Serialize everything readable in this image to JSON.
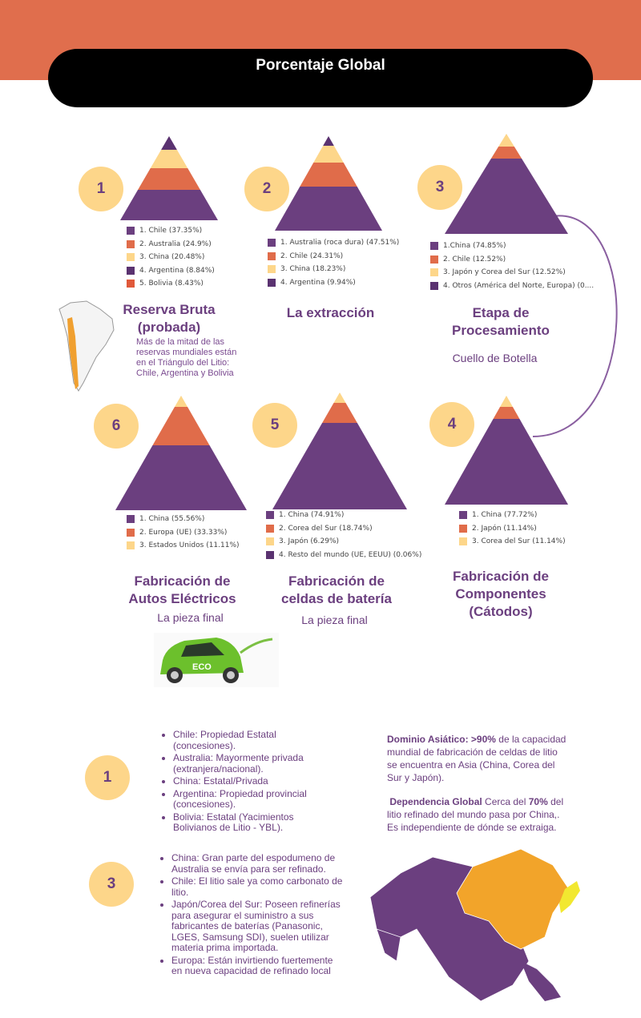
{
  "header": {
    "title": "Porcentaje Global"
  },
  "colors": {
    "purple": "#6b3f7f",
    "dark_purple": "#5a3270",
    "orange": "#e06c4a",
    "red_orange": "#e0593a",
    "yellow": "#fdd68a",
    "header": "#e06e4d"
  },
  "stages": {
    "s1": {
      "number": "1",
      "title_1": "Reserva Bruta",
      "title_2": "(probada)",
      "desc": [
        "Más de la mitad de las",
        "reservas mundiales están",
        "en el Triángulo del Litio:",
        "Chile, Argentina y Bolivia"
      ],
      "legend": [
        "1. Chile (37.35%)",
        "2. Australia (24.9%)",
        "3. China (20.48%)",
        "4. Argentina (8.84%)",
        "5. Bolivia (8.43%)"
      ]
    },
    "s2": {
      "number": "2",
      "title": "La extracción",
      "legend": [
        "1. Australia (roca dura) (47.51%)",
        "2. Chile (24.31%)",
        "3. China (18.23%)",
        "4. Argentina (9.94%)"
      ]
    },
    "s3": {
      "number": "3",
      "title_1": "Etapa de",
      "title_2": "Procesamiento",
      "subtitle": "Cuello de Botella",
      "legend": [
        "1.China (74.85%)",
        "2. Chile (12.52%)",
        "3. Japón y Corea del Sur (12.52%)",
        "4. Otros (América del Norte, Europa) (0...."
      ]
    },
    "s4": {
      "number": "4",
      "title_1": "Fabricación de",
      "title_2": "Componentes",
      "title_3": "(Cátodos)",
      "legend": [
        "1. China (77.72%)",
        "2. Japón (11.14%)",
        "3. Corea del Sur (11.14%)"
      ]
    },
    "s5": {
      "number": "5",
      "title_1": "Fabricación de",
      "title_2": "celdas de batería",
      "subtitle": "La pieza final",
      "legend": [
        "1. China (74.91%)",
        "2. Corea del Sur (18.74%)",
        "3. Japón (6.29%)",
        "4. Resto del mundo (UE, EEUU) (0.06%)"
      ]
    },
    "s6": {
      "number": "6",
      "title_1": "Fabricación de",
      "title_2": "Autos Eléctricos",
      "subtitle": "La pieza final",
      "legend": [
        "1. China (55.56%)",
        "2. Europa (UE) (33.33%)",
        "3. Estados Unidos (11.11%)"
      ],
      "car_label": "ECO"
    }
  },
  "notes": {
    "n1": {
      "number": "1",
      "items": [
        "Chile: Propiedad Estatal (concesiones).",
        "Australia: Mayormente privada (extranjera/nacional).",
        "China: Estatal/Privada",
        "Argentina: Propiedad provincial (concesiones).",
        "Bolivia: Estatal (Yacimientos Bolivianos de Litio - YBL)."
      ]
    },
    "n3": {
      "number": "3",
      "items": [
        "China: Gran parte del espodumeno de Australia se envía para ser refinado.",
        "Chile: El litio sale ya como carbonato de litio.",
        "Japón/Corea del Sur: Poseen refinerías para asegurar el suministro a sus fabricantes de baterías (Panasonic, LGES, Samsung SDI), suelen utilizar materia prima importada.",
        "Europa: Están invirtiendo fuertemente en nueva capacidad de refinado local"
      ]
    },
    "asia": {
      "b1": "Dominio Asiático:",
      "b2": ">90%",
      "t1": " de la capacidad mundial de fabricación de celdas de litio se encuentra en Asia (China, Corea del Sur y Japón).",
      "b3": "Dependencia Global",
      "t2": " Cerca del ",
      "b4": "70%",
      "t3": " del litio refinado del mundo pasa por China,. Es independiente de dónde se extraiga."
    }
  }
}
